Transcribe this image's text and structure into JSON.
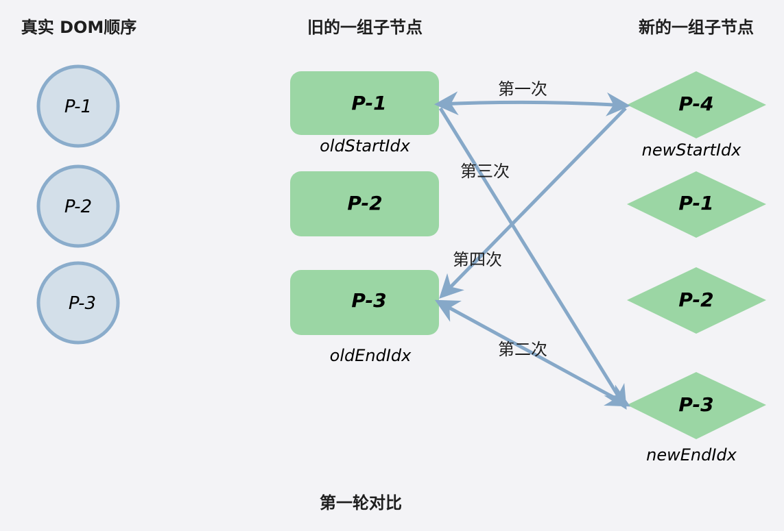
{
  "headers": {
    "real_dom": "真实 DOM顺序",
    "old_children": "旧的一组子节点",
    "new_children": "新的一组子节点"
  },
  "real_dom_nodes": [
    "P-1",
    "P-2",
    "P-3"
  ],
  "old_nodes": [
    "P-1",
    "P-2",
    "P-3"
  ],
  "new_nodes": [
    "P-4",
    "P-1",
    "P-2",
    "P-3"
  ],
  "pointers": {
    "old_start": "oldStartIdx",
    "old_end": "oldEndIdx",
    "new_start": "newStartIdx",
    "new_end": "newEndIdx"
  },
  "comparisons": {
    "first": "第一次",
    "second": "第二次",
    "third": "第三次",
    "fourth": "第四次"
  },
  "caption": "第一轮对比",
  "colors": {
    "background": "#f3f3f6",
    "circle_fill": "#d3dfe9",
    "circle_stroke": "#8aaccb",
    "node_fill": "#9bd6a4",
    "arrow": "#86a8c8",
    "text": "#1e1e1e"
  }
}
